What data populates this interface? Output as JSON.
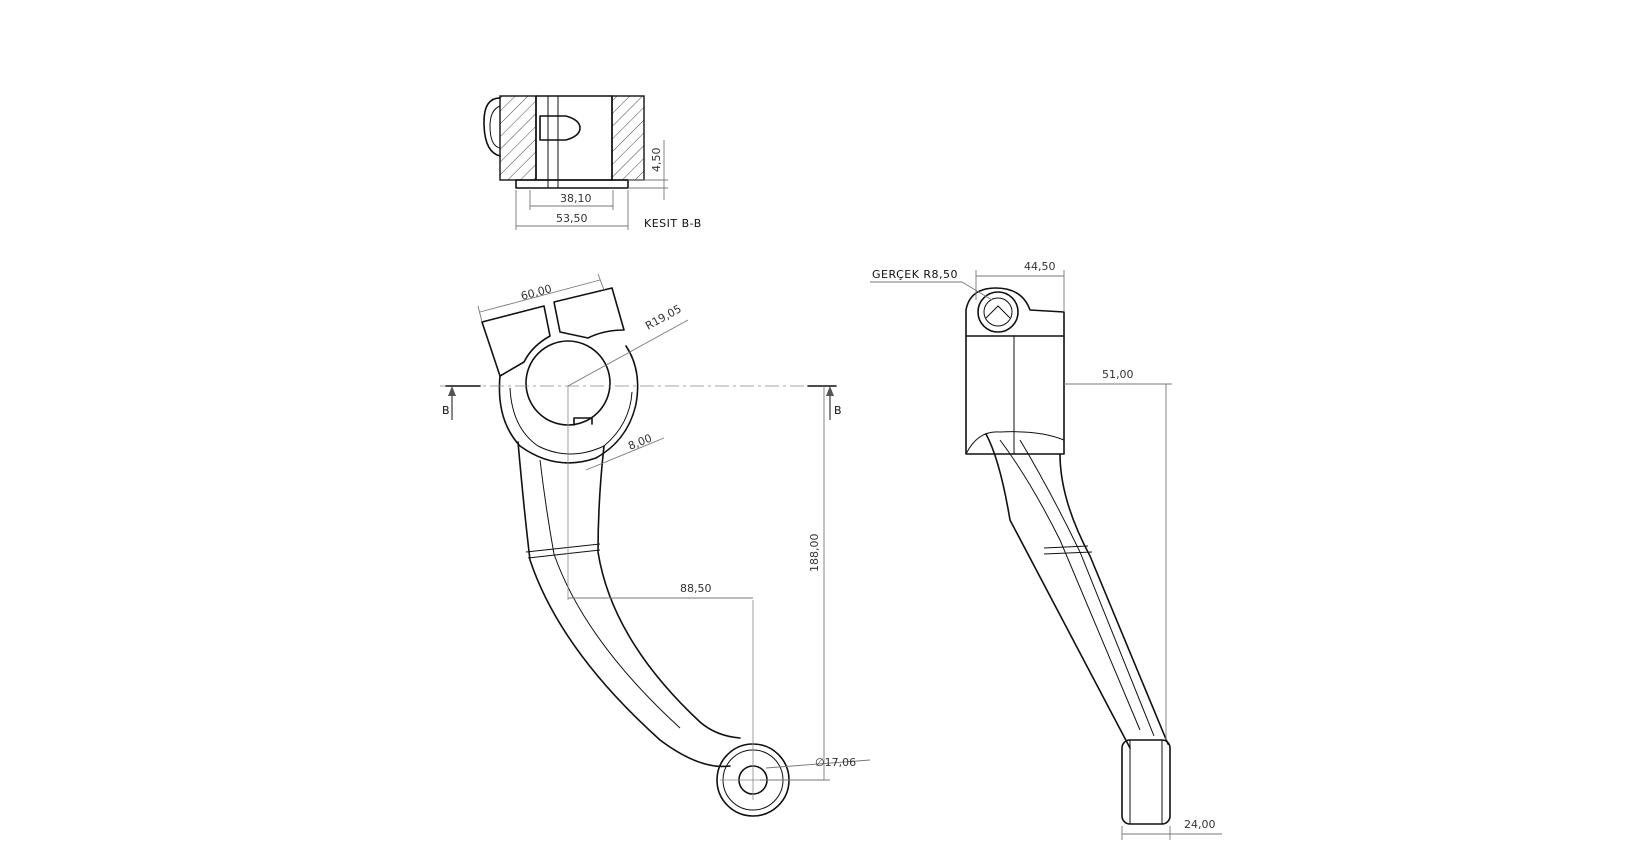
{
  "section_view": {
    "title": "KESIT B-B",
    "dims": {
      "overall_width": "53,50",
      "inner_width": "38,10",
      "slot_depth": "4,50"
    }
  },
  "front_view": {
    "section_mark_left": "B",
    "section_mark_right": "B",
    "dims": {
      "clamp_width": "60,00",
      "bore_radius": "R19,05",
      "key_width": "8,00",
      "horizontal_offset": "88,50",
      "vertical_length": "188,00",
      "end_hole_dia": "∅17,06"
    }
  },
  "side_view": {
    "dims": {
      "true_radius": "GERÇEK R8,50",
      "top_width": "44,50",
      "offset": "51,00",
      "end_width": "24,00"
    }
  }
}
